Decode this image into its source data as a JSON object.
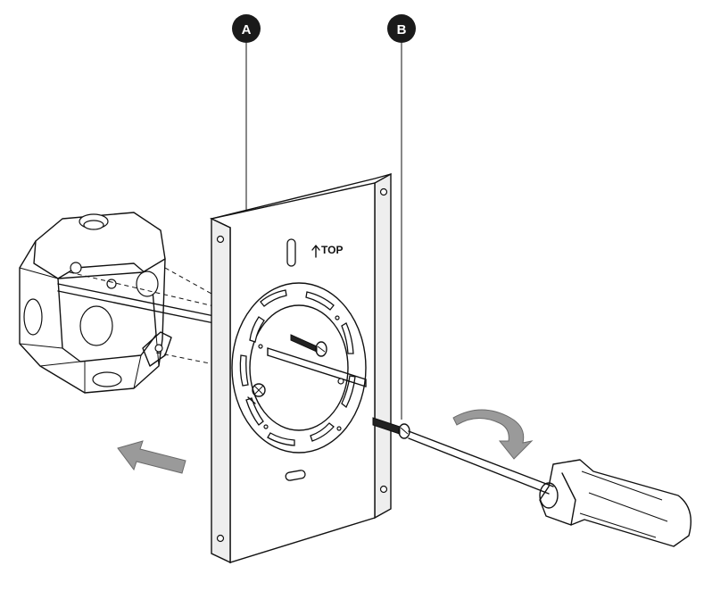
{
  "callouts": [
    {
      "id": "a",
      "label": "A"
    },
    {
      "id": "b",
      "label": "B"
    }
  ],
  "plate": {
    "orientation_label": "TOP"
  },
  "colors": {
    "callout_fill": "#1a1a1a",
    "line": "#111111",
    "arrow_fill": "#9a9a9a"
  },
  "icons": [
    "push-arrow-icon",
    "rotate-arrow-icon",
    "screwdriver-icon",
    "junction-box",
    "mounting-plate",
    "screw"
  ]
}
